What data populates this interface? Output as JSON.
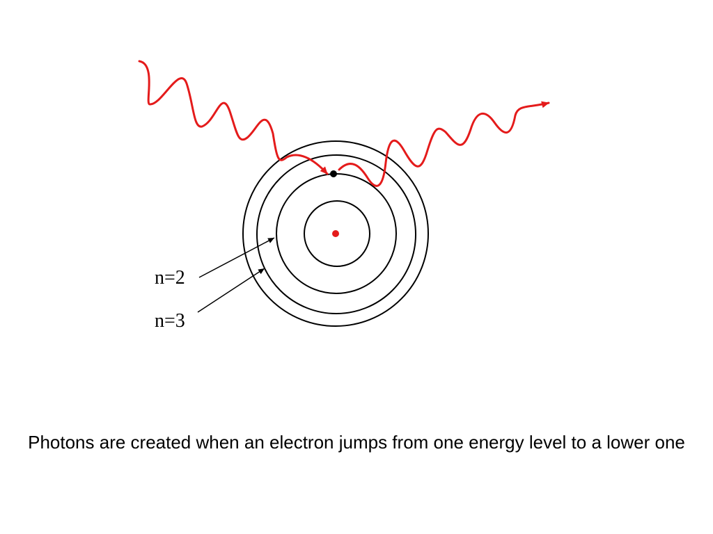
{
  "diagram": {
    "labels": {
      "n2": "n=2",
      "n3": "n=3"
    },
    "caption": "Photons are created when an electron jumps from one energy level to a lower one"
  },
  "colors": {
    "photon": "#e41b1b",
    "nucleus": "#e41b1b",
    "electron": "#000000",
    "orbit": "#000000"
  }
}
